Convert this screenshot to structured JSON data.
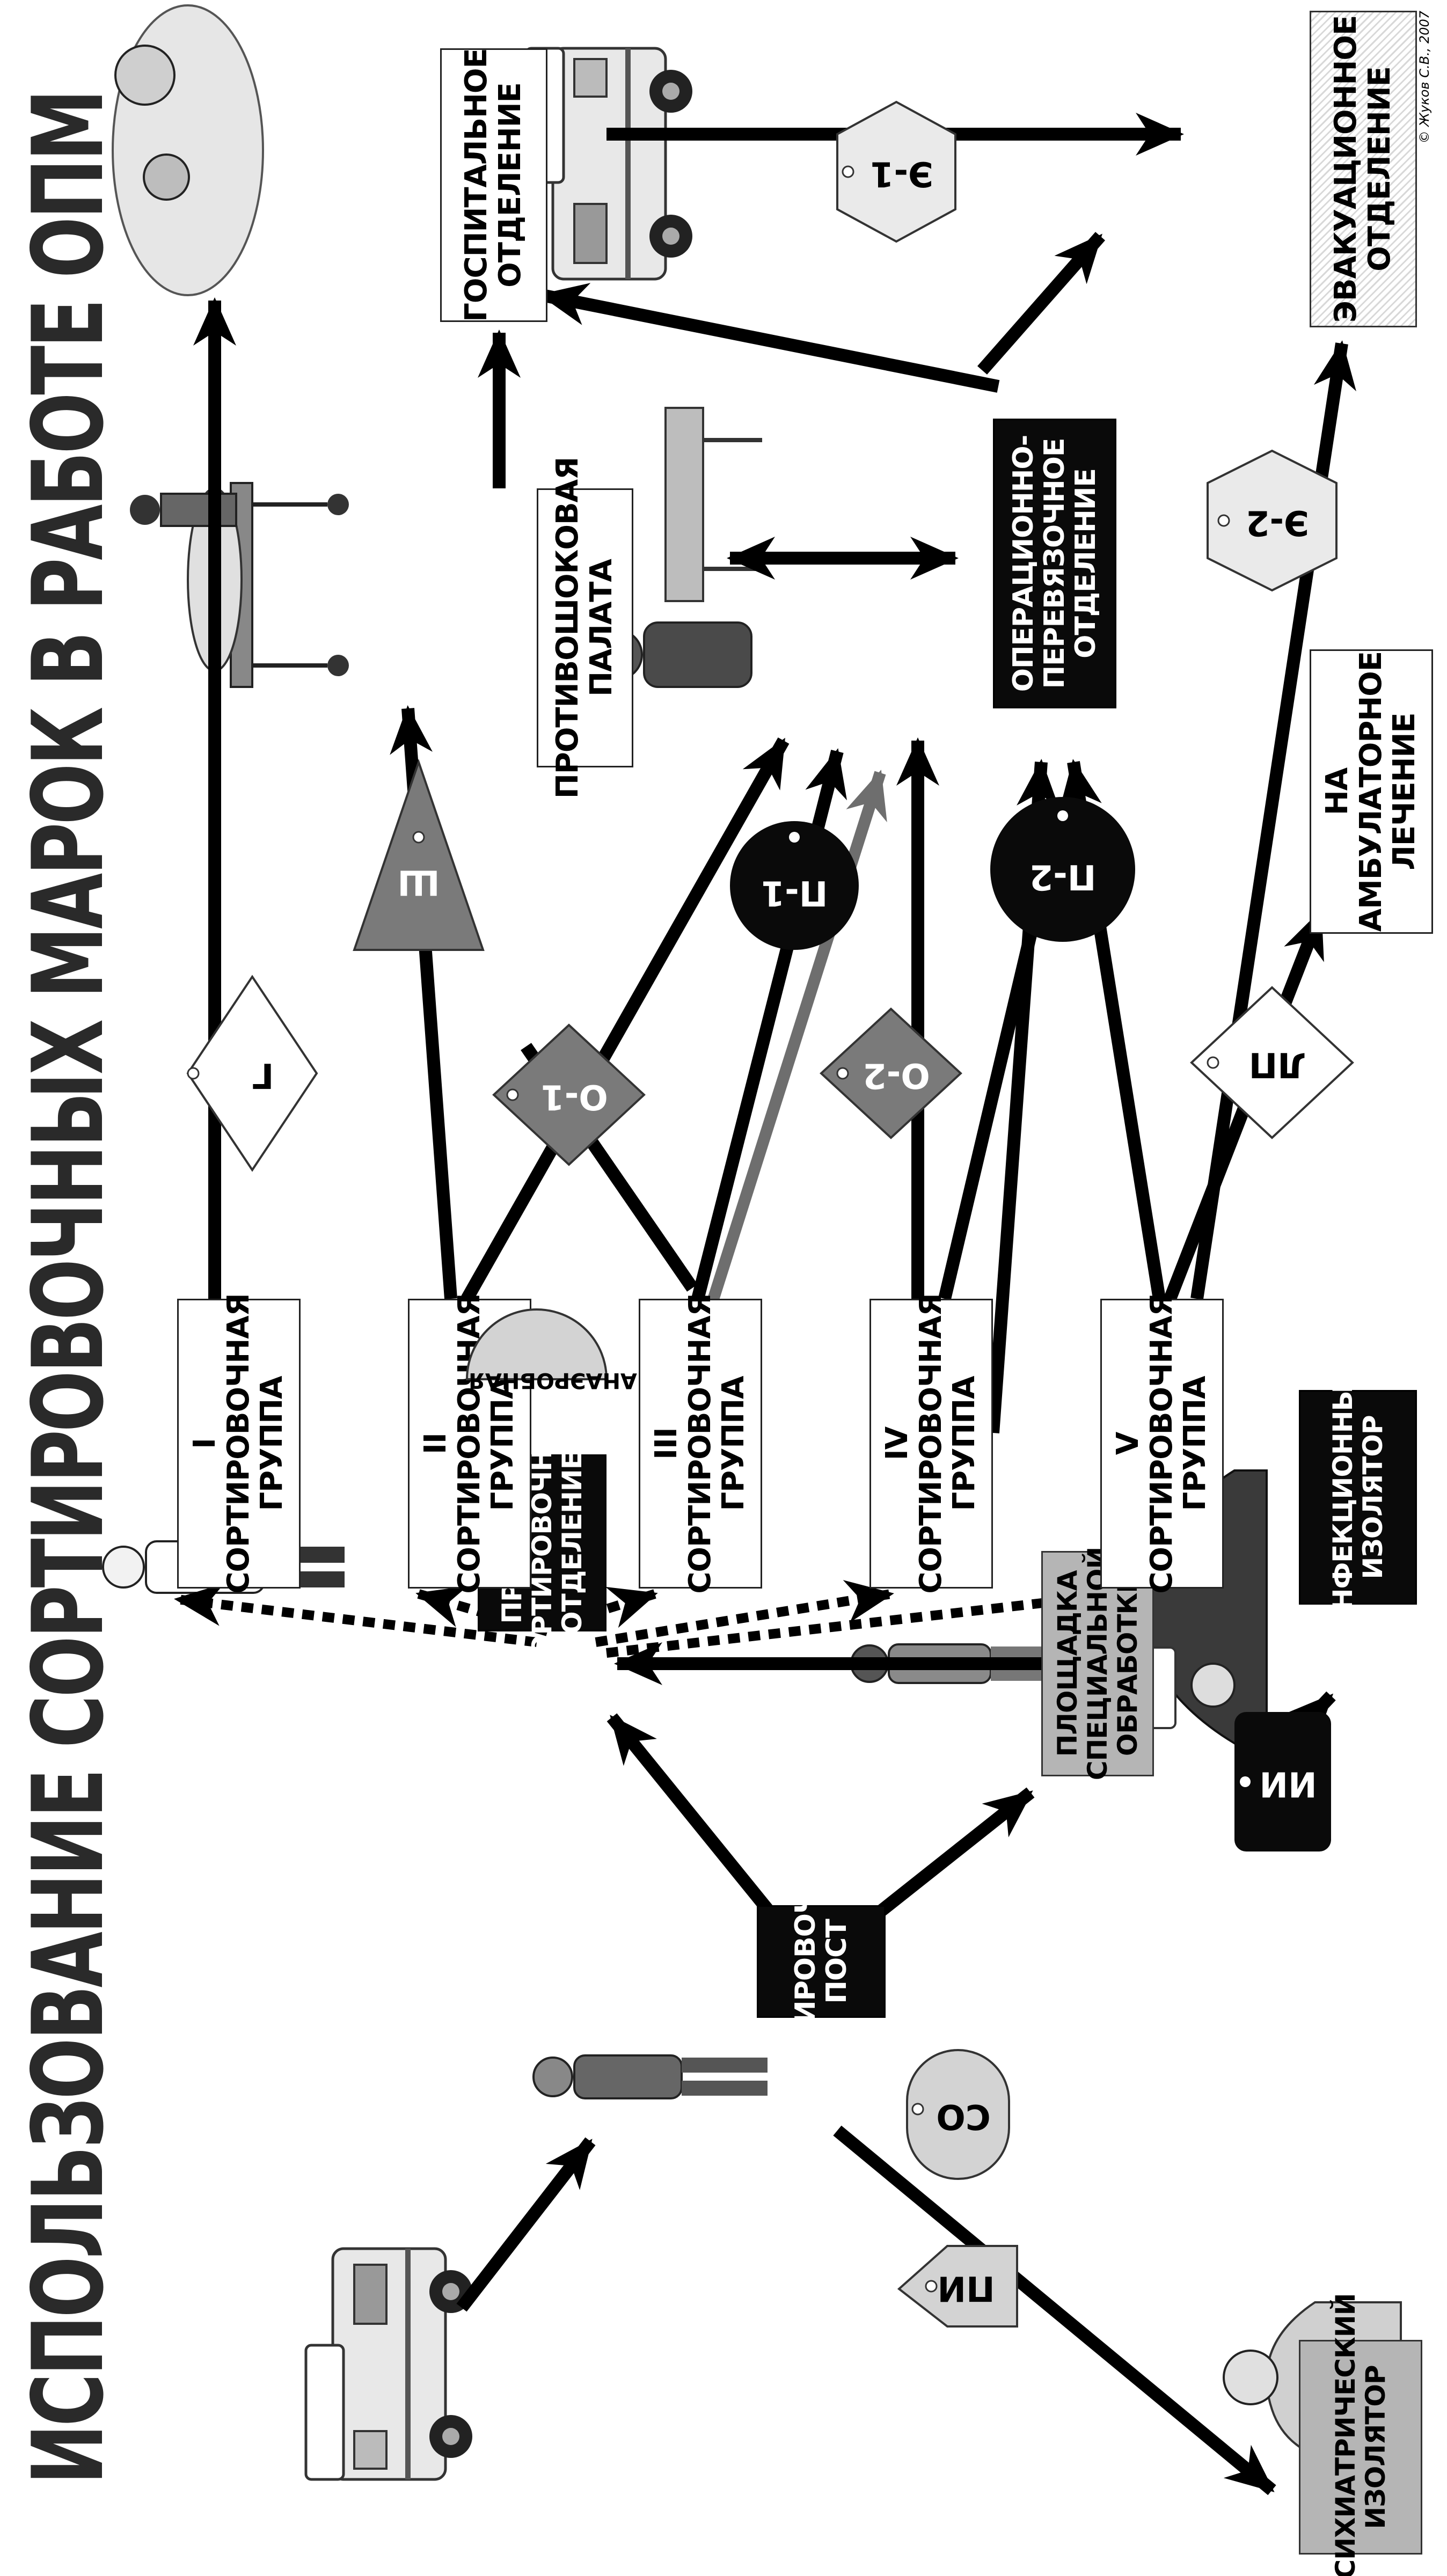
{
  "title": "ИСПОЛЬЗОВАНИЕ СОРТИРОВОЧНЫХ МАРОК В РАБОТЕ ОПМ",
  "copyright": "© Жуков С.В., 2007",
  "colors": {
    "black": "#0a0a0a",
    "gray_box": "#b5b5b5",
    "red_marker": "#7a7a7a",
    "anaerobic_arrow": "#6e6e6e",
    "white": "#ffffff"
  },
  "boxes": {
    "sorting_post": "СОРТИРОВОЧНЫЙ\nПОСТ",
    "reception": "ПРИЕМНО-\nСОРТИРОВОЧНОЕ\nОТДЕЛЕНИЕ",
    "special_treatment": "ПЛОЩАДКА\nСПЕЦИАЛЬНОЙ\nОБРАБОТКИ",
    "infection_isolator": "ИНФЕКЦИОННЫЙ\nИЗОЛЯТОР",
    "psychiatric_isolator": "ПСИХИАТРИЧЕСКИЙ\nИЗОЛЯТОР",
    "group_1": "I\nСОРТИРОВОЧНАЯ\nГРУППА",
    "group_2": "II\nСОРТИРОВОЧНАЯ\nГРУППА",
    "group_3": "III\nСОРТИРОВОЧНАЯ\nГРУППА",
    "group_4": "IV\nСОРТИРОВОЧНАЯ\nГРУППА",
    "group_5": "V\nСОРТИРОВОЧНАЯ\nГРУППА",
    "hospital": "ГОСПИТАЛЬНОЕ\nОТДЕЛЕНИЕ",
    "anti_shock": "ПРОТИВОШОКОВАЯ\nПАЛАТА",
    "operating": "ОПЕРАЦИОННО-\nПЕРЕВЯЗОЧНОЕ\nОТДЕЛЕНИЕ",
    "evacuation": "ЭВАКУАЦИОННОЕ\nОТДЕЛЕНИЕ",
    "outpatient": "НА\nАМБУЛАТОРНОЕ\nЛЕЧЕНИЕ"
  },
  "tags": {
    "psychiatric": "ПИ",
    "special_treatment": "СО",
    "infectious": "ИИ",
    "hospital": "Г",
    "shock": "Ш",
    "urgent_op_1": "О-1",
    "urgent_op_2": "О-2",
    "dressing_1": "П-1",
    "dressing_2": "П-2",
    "anaerobic": "АНАЭРОБНАЯ",
    "outpatient": "ЛП",
    "evacuation_1": "Э-1",
    "evacuation_2": "Э-2"
  },
  "illustrations": [
    "ambulance-illustration",
    "soldier-illustration",
    "protective-suit-illustration",
    "doctor-illustration",
    "infectious-patient-illustration",
    "psychiatric-patient-illustration",
    "nurse-patient-illustration",
    "stretcher-illustration",
    "surgeon-illustration",
    "evacuation-ambulance-illustration"
  ]
}
